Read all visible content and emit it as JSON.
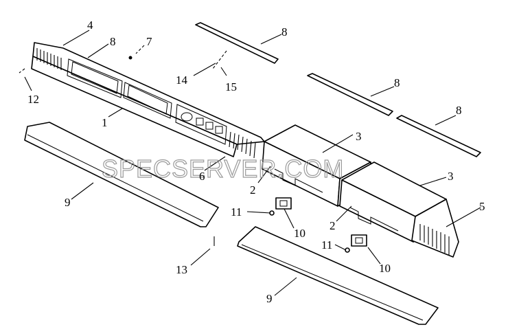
{
  "watermark": "SPECSERVER.COM",
  "callouts": [
    {
      "id": "c1",
      "label": "1"
    },
    {
      "id": "c2a",
      "label": "2"
    },
    {
      "id": "c2b",
      "label": "2"
    },
    {
      "id": "c3a",
      "label": "3"
    },
    {
      "id": "c3b",
      "label": "3"
    },
    {
      "id": "c4",
      "label": "4"
    },
    {
      "id": "c5",
      "label": "5"
    },
    {
      "id": "c6",
      "label": "6"
    },
    {
      "id": "c7",
      "label": "7"
    },
    {
      "id": "c8a",
      "label": "8"
    },
    {
      "id": "c8b",
      "label": "8"
    },
    {
      "id": "c8c",
      "label": "8"
    },
    {
      "id": "c8d",
      "label": "8"
    },
    {
      "id": "c9a",
      "label": "9"
    },
    {
      "id": "c9b",
      "label": "9"
    },
    {
      "id": "c10a",
      "label": "10"
    },
    {
      "id": "c10b",
      "label": "10"
    },
    {
      "id": "c11a",
      "label": "11"
    },
    {
      "id": "c11b",
      "label": "11"
    },
    {
      "id": "c12",
      "label": "12"
    },
    {
      "id": "c13",
      "label": "13"
    },
    {
      "id": "c14",
      "label": "14"
    },
    {
      "id": "c15",
      "label": "15"
    }
  ]
}
